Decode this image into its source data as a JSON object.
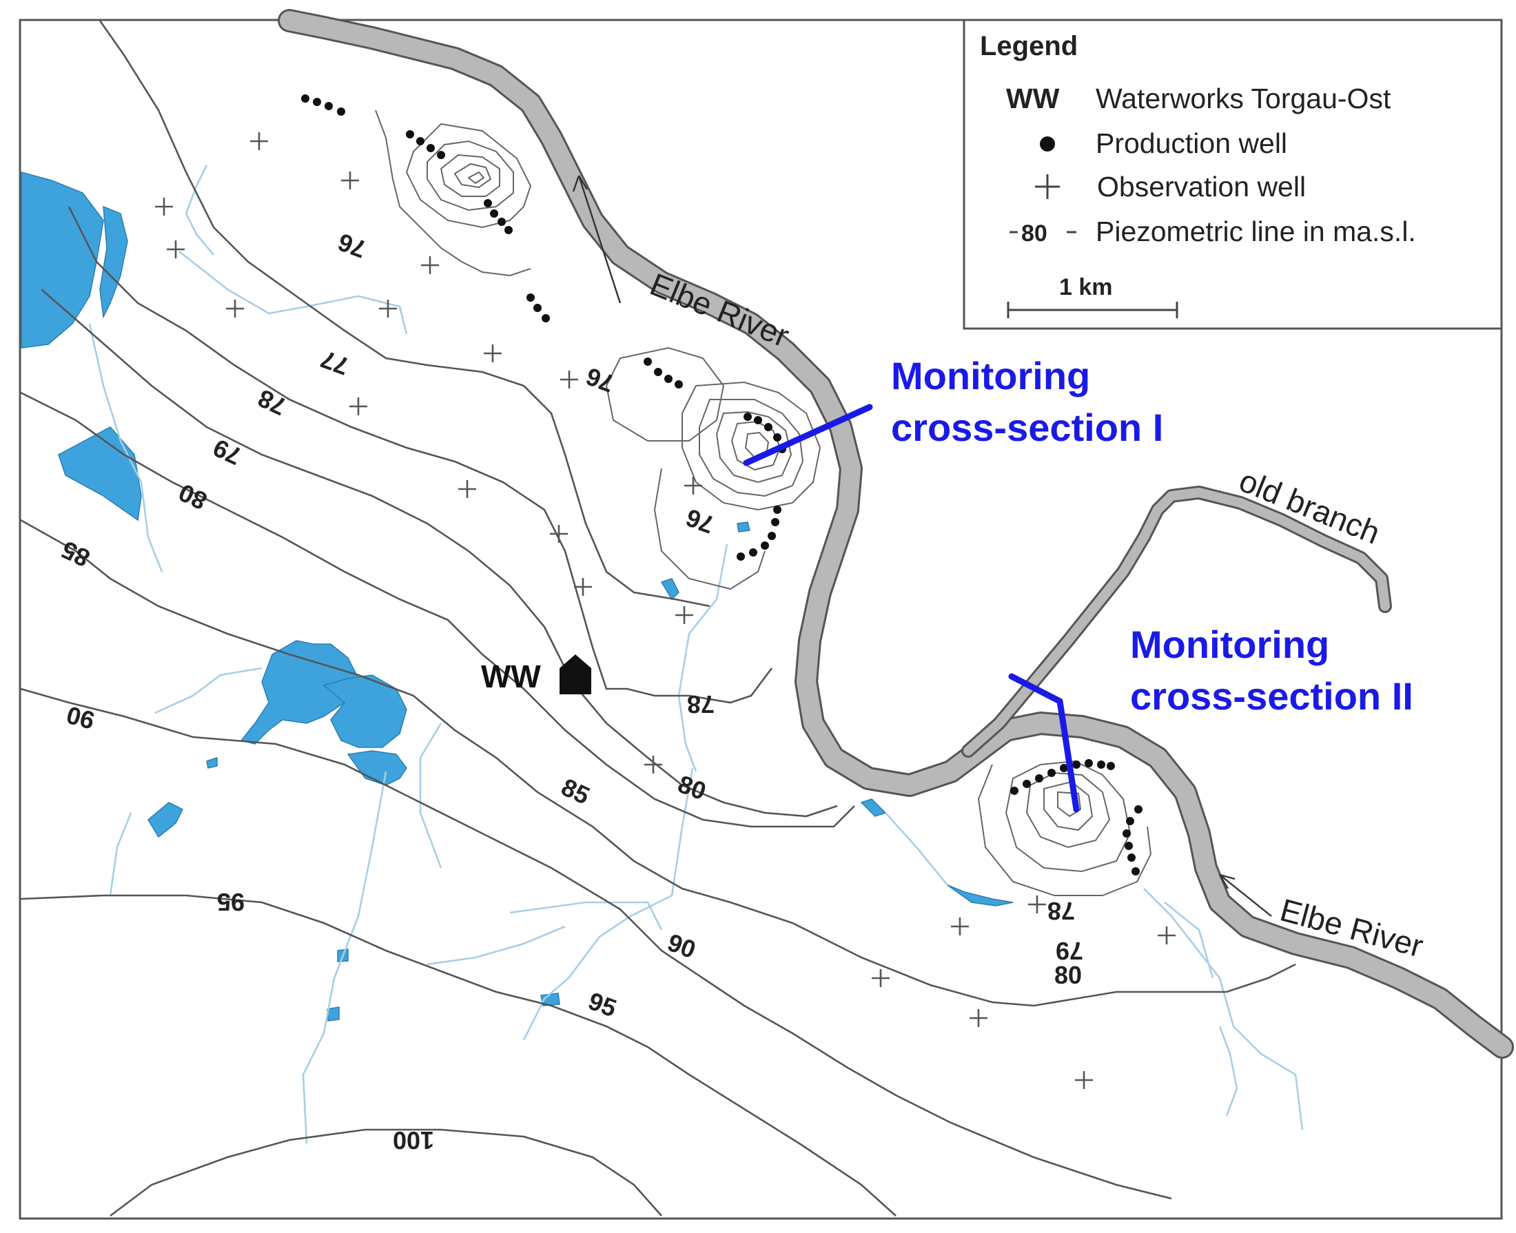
{
  "map": {
    "labels": {
      "river_north": "Elbe River",
      "river_south": "Elbe River",
      "old_branch": "old branch",
      "waterworks": "WW"
    },
    "monitoring_sections": [
      {
        "line1": "Monitoring",
        "line2": "cross-section I"
      },
      {
        "line1": "Monitoring",
        "line2": "cross-section II"
      }
    ],
    "contour_labels": [
      "76",
      "76",
      "76",
      "77",
      "78",
      "78",
      "78",
      "79",
      "79",
      "80",
      "80",
      "80",
      "85",
      "85",
      "90",
      "90",
      "95",
      "95",
      "100"
    ],
    "colors": {
      "water": "#3ea3dc",
      "stream": "#a7cfe4",
      "river": "#b8b8b8",
      "section_line": "#1a1ae6"
    }
  },
  "legend": {
    "title": "Legend",
    "items": [
      {
        "symbol": "WW",
        "label": "Waterworks Torgau-Ost"
      },
      {
        "symbol": "production-well-icon",
        "label": "Production well"
      },
      {
        "symbol": "observation-well-icon",
        "label": "Observation well"
      },
      {
        "symbol": "80",
        "label": "Piezometric line in ma.s.l."
      }
    ],
    "scale_label": "1 km"
  }
}
